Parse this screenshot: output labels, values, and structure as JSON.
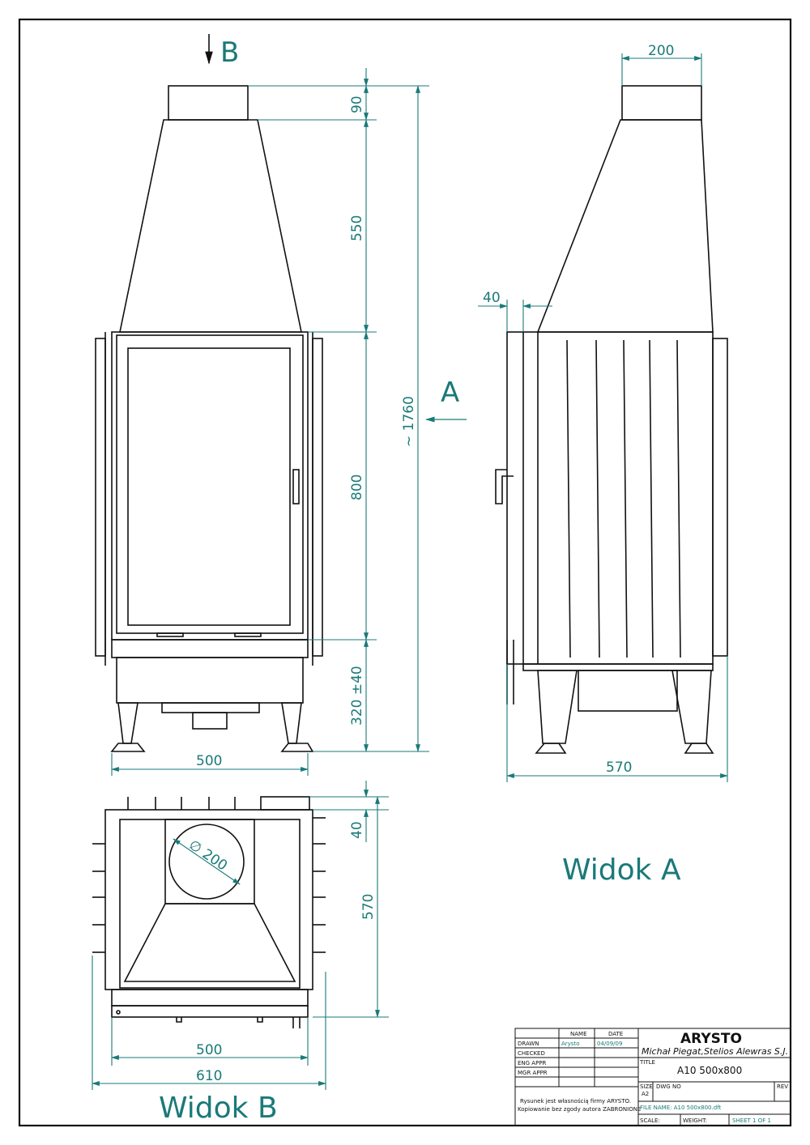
{
  "colors": {
    "line": "#111111",
    "dimension": "#1a7a78",
    "background": "#ffffff"
  },
  "section_marks": {
    "b_arrow": "B",
    "a_arrow": "A"
  },
  "dimensions": {
    "flue_height": "90",
    "hood_height": "550",
    "door_height": "800",
    "base_height": "320 ±40",
    "total_height": "~ 1760",
    "front_width": "500",
    "side_flue_width": "200",
    "side_offset": "40",
    "side_depth": "570",
    "top_offset": "40",
    "top_depth": "570",
    "top_inner_width": "500",
    "top_outer_width": "610",
    "flue_diameter": "∅ 200"
  },
  "view_labels": {
    "view_a": "Widok A",
    "view_b": "Widok B"
  },
  "title_block": {
    "col_name": "NAME",
    "col_date": "DATE",
    "row_drawn": "DRAWN",
    "row_checked": "CHECKED",
    "row_eng": "ENG APPR",
    "row_mgr": "MGR APPR",
    "drawn_name": "Arysto",
    "drawn_date": "04/09/09",
    "company": "ARYSTO",
    "company_sub": "Michał Piegat,Stelios Alewras S.J.",
    "title_label": "TITLE",
    "title_value": "A10 500x800",
    "size_label": "SIZE",
    "size_value": "A2",
    "dwg_label": "DWG NO",
    "rev_label": "REV",
    "file_name": "FILE NAME: A10 500x800.dft",
    "scale_label": "SCALE:",
    "weight_label": "WEIGHT:",
    "sheet_label": "SHEET 1 OF 1",
    "note_line1": "Rysunek jest własnością firmy ARYSTO.",
    "note_line2": "Kopiowanie bez zgody autora ZABRONIONE"
  }
}
